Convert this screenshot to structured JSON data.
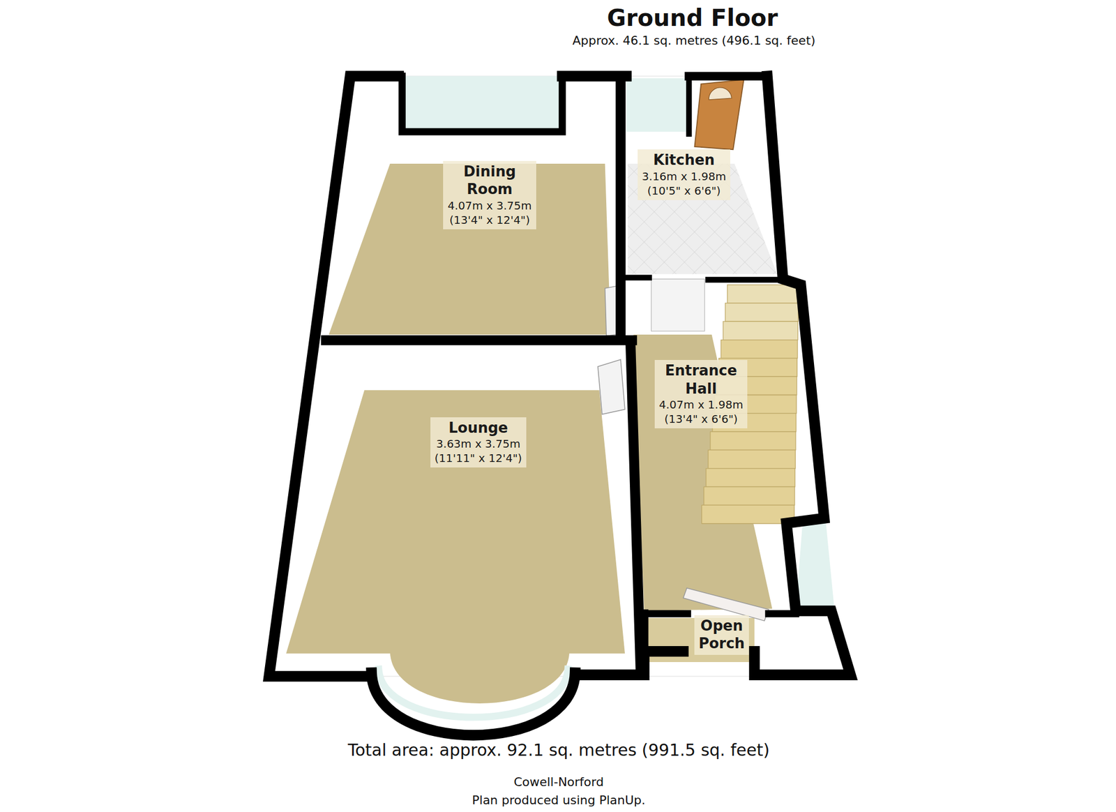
{
  "diagram": {
    "title": "Ground Floor",
    "caption": "Total area: approx. 92.1 sq. metres (991.5 sq. feet)",
    "nodes": [
      {
        "text": [
          "Dining Room",
          "4.07m x 3.75m",
          "(13'4\" x 12'4\")"
        ]
      },
      {
        "text": [
          "Kitchen",
          "3.16m x 1.98m",
          "(10'5\" x 6'6\")"
        ]
      },
      {
        "text": [
          "Lounge",
          "3.63m x 3.75m",
          "(11'11\" x 12'4\")"
        ]
      },
      {
        "text": [
          "Entrance Hall",
          "4.07m x 1.98m",
          "(13'4\" x 6'6\")"
        ]
      },
      {
        "text": [
          "Open Porch"
        ]
      }
    ],
    "labels": [
      "Approx.  46.1 sq. metres (496.1 sq. feet)",
      "Cowell-Norford",
      "Plan produced using PlanUp."
    ]
  }
}
